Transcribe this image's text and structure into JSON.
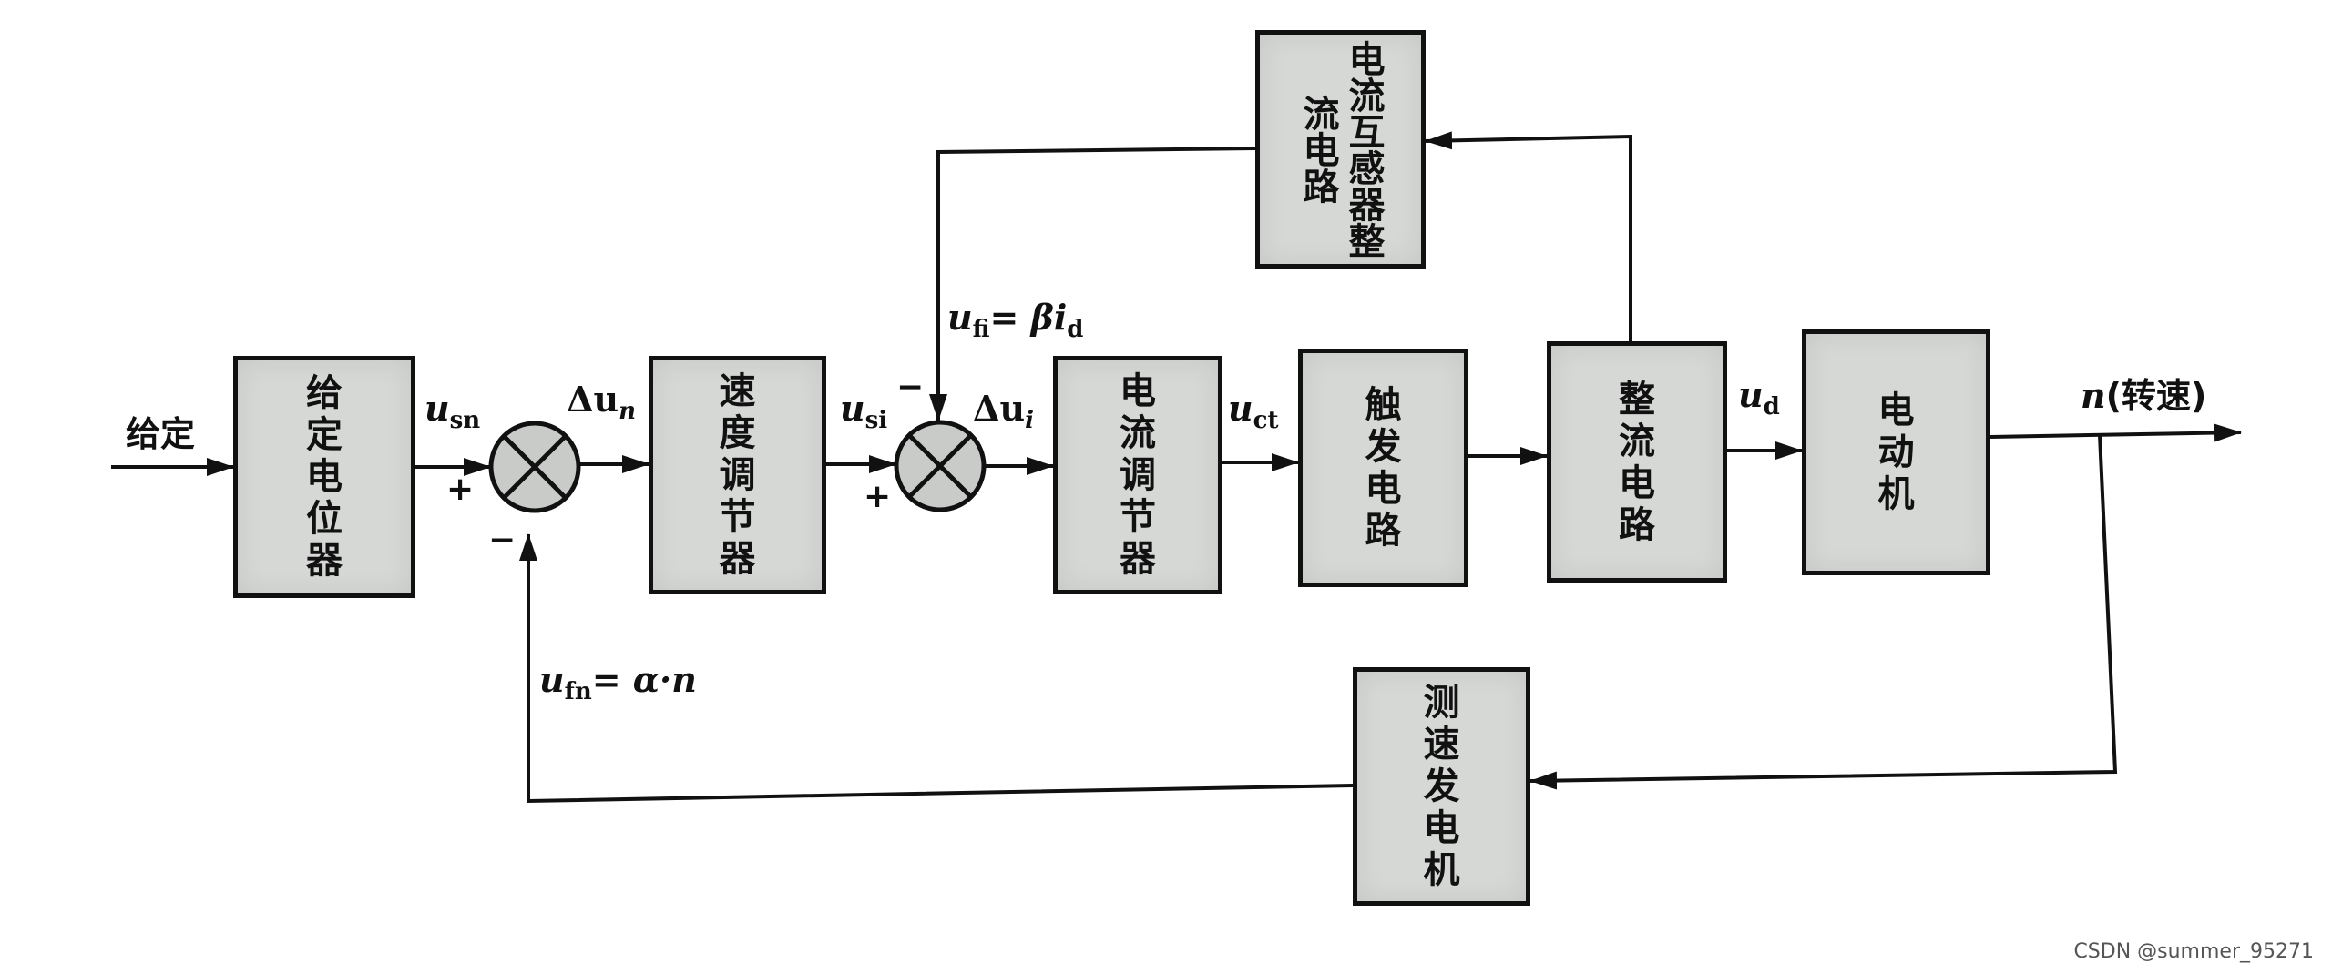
{
  "blocks": {
    "setpoint_pot": "给定电位器",
    "speed_regulator": "速度调节器",
    "current_regulator": "电流调节器",
    "trigger_circuit": "触发电路",
    "rectifier_circuit": "整流电路",
    "motor": "电动机",
    "current_transformer": "电流互感器整流电路",
    "tachogenerator": "测速发电机"
  },
  "labels": {
    "input": "给定",
    "u_sn_main": "u",
    "u_sn_sub": "sn",
    "delta_un": "Δu",
    "delta_un_sub": "n",
    "u_si_main": "u",
    "u_si_sub": "si",
    "delta_ui": "Δu",
    "delta_ui_sub": "i",
    "u_ct_main": "u",
    "u_ct_sub": "ct",
    "u_d_main": "u",
    "u_d_sub": "d",
    "output_n": "n",
    "output_desc": "(转速)",
    "u_fi_main": "u",
    "u_fi_sub": "fi",
    "u_fi_eq": "= βi",
    "u_fi_eq_sub": "d",
    "u_fn_main": "u",
    "u_fn_sub": "fn",
    "u_fn_eq": "= α·n"
  },
  "signs": {
    "sum1_plus": "+",
    "sum1_minus": "−",
    "sum2_plus": "+",
    "sum2_minus": "−"
  },
  "watermark": "CSDN @summer_95271"
}
